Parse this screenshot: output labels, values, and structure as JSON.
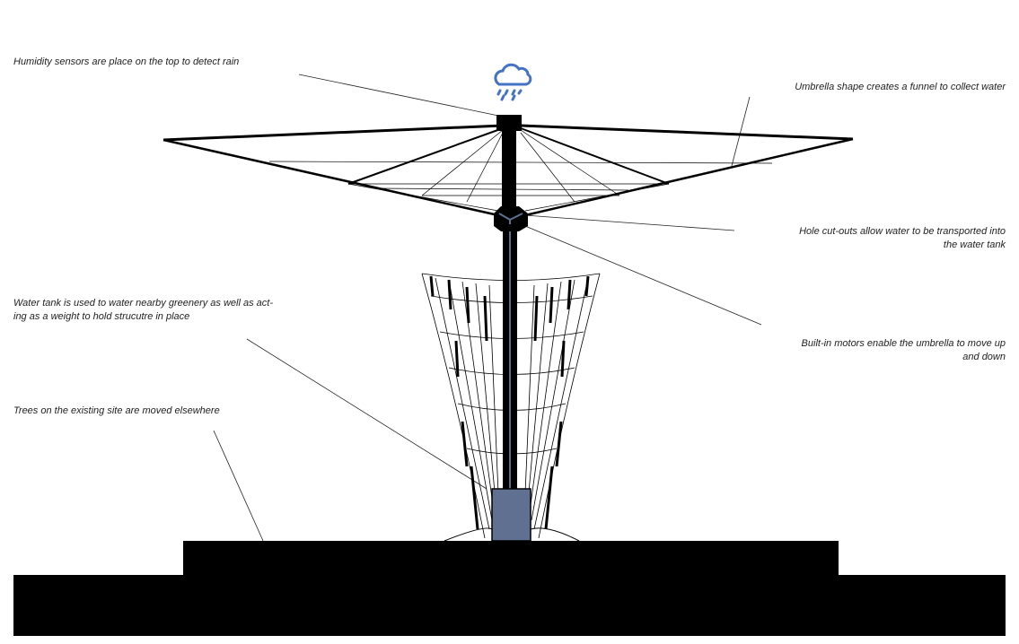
{
  "annotations": {
    "humidity": "Humidity sensors are place on the top to detect rain",
    "umbrella": "Umbrella shape creates a funnel to collect water",
    "holes_1": "Hole cut-outs allow water to be transported into",
    "holes_2": "the water tank",
    "motors_1": "Built-in motors enable the umbrella to move up",
    "motors_2": "and down",
    "tank_1": "Water tank is used to water nearby greenery as well as act-",
    "tank_2": "ing as a weight to hold strucutre in place",
    "trees": "Trees on the existing site are moved elsewhere"
  },
  "colors": {
    "rain_icon": "#4472C4",
    "tank": "#5F7090",
    "structure": "#000000"
  },
  "icons": {
    "sensor": "rain-cloud-icon"
  }
}
